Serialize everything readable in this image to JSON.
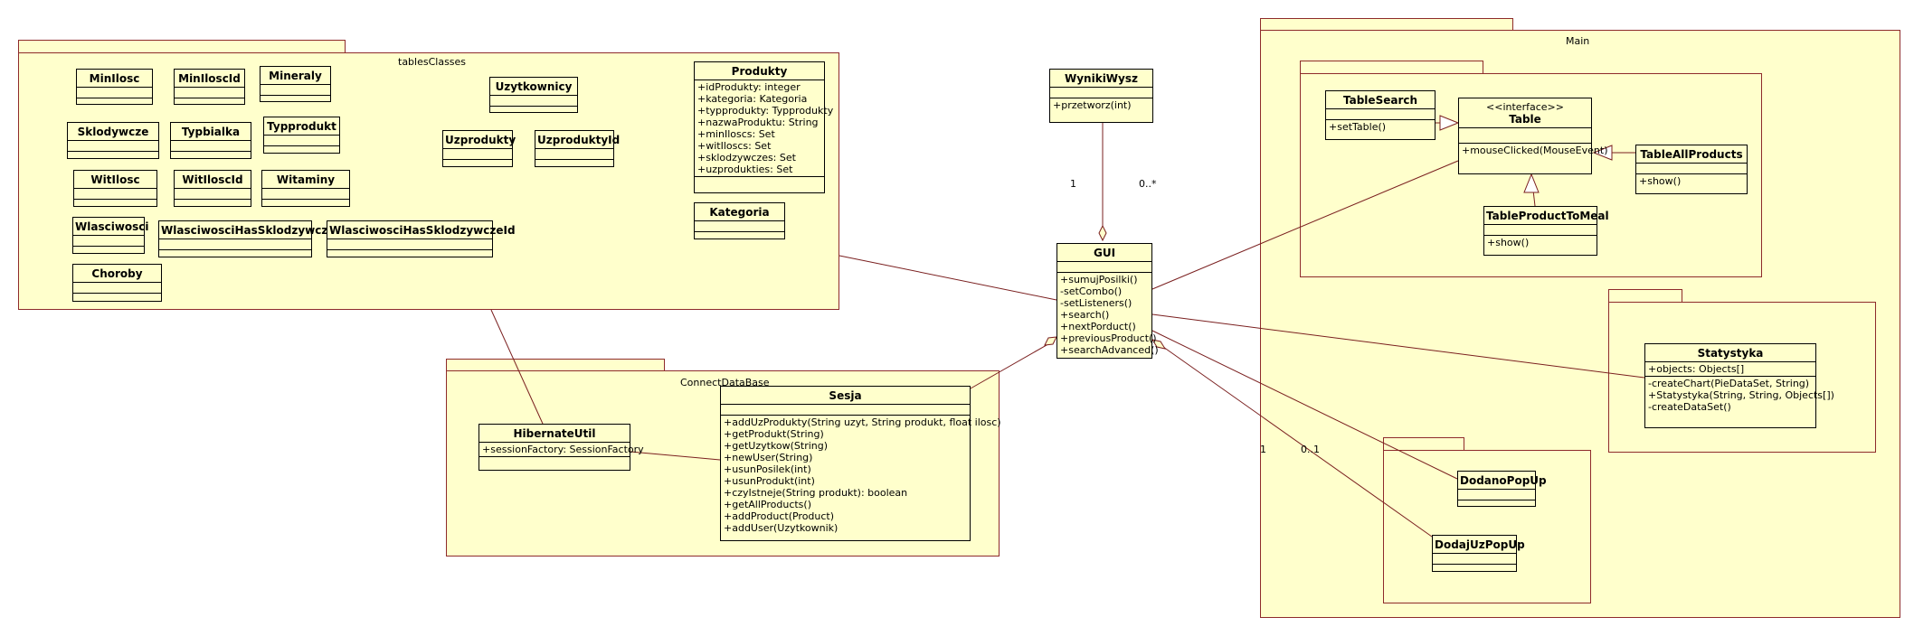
{
  "packages": {
    "tablesClasses": {
      "label": "tablesClasses"
    },
    "connectDataBase": {
      "label": "ConnectDataBase"
    },
    "main": {
      "label": "Main"
    }
  },
  "classes": {
    "minIlosc": {
      "name": "MinIlosc",
      "attrs": [],
      "ops": []
    },
    "minIloscId": {
      "name": "MinIloscId",
      "attrs": [],
      "ops": []
    },
    "mineraly": {
      "name": "Mineraly",
      "attrs": [],
      "ops": []
    },
    "sklodywcze": {
      "name": "Sklodywcze",
      "attrs": [],
      "ops": []
    },
    "typbialka": {
      "name": "Typbialka",
      "attrs": [],
      "ops": []
    },
    "typprodukt": {
      "name": "Typprodukt",
      "attrs": [],
      "ops": []
    },
    "witIlosc": {
      "name": "WitIlosc",
      "attrs": [],
      "ops": []
    },
    "witIloscId": {
      "name": "WitIloscId",
      "attrs": [],
      "ops": []
    },
    "witaminy": {
      "name": "Witaminy",
      "attrs": [],
      "ops": []
    },
    "wlasciwosci": {
      "name": "Wlasciwosci",
      "attrs": [],
      "ops": []
    },
    "wlasciwosciHas": {
      "name": "WlasciwosciHasSklodzywcze",
      "attrs": [],
      "ops": []
    },
    "wlasciwosciHasId": {
      "name": "WlasciwosciHasSklodzywczeId",
      "attrs": [],
      "ops": []
    },
    "choroby": {
      "name": "Choroby",
      "attrs": [],
      "ops": []
    },
    "uzytkownicy": {
      "name": "Uzytkownicy",
      "attrs": [],
      "ops": []
    },
    "uzprodukty": {
      "name": "Uzprodukty",
      "attrs": [],
      "ops": []
    },
    "uzproduktyId": {
      "name": "UzproduktyId",
      "attrs": [],
      "ops": []
    },
    "produkty": {
      "name": "Produkty",
      "attrs": [
        "+idProdukty: integer",
        "+kategoria: Kategoria",
        "+typprodukty: Typprodukty",
        "+nazwaProduktu: String",
        "+minIloscs: Set",
        "+witIloscs: Set",
        "+sklodzywczes: Set",
        "+uzprodukties: Set"
      ],
      "ops": []
    },
    "kategoria": {
      "name": "Kategoria",
      "attrs": [],
      "ops": []
    },
    "wynikiWysz": {
      "name": "WynikiWysz",
      "attrs": [],
      "ops": [
        "+przetworz(int)"
      ]
    },
    "gui": {
      "name": "GUI",
      "attrs": [],
      "ops": [
        "+sumujPosilki()",
        "-setCombo()",
        "-setListeners()",
        "+search()",
        "+nextPorduct()",
        "+previousProduct()",
        "+searchAdvanced()"
      ]
    },
    "sesja": {
      "name": "Sesja",
      "attrs": [],
      "ops": [
        "+addUzProdukty(String uzyt, String produkt, float ilosc)",
        "+getProdukt(String)",
        "+getUzytkow(String)",
        "+newUser(String)",
        "+usunPosilek(int)",
        "+usunProdukt(int)",
        "+czyIstneje(String produkt): boolean",
        "+getAllProducts()",
        "+addProduct(Product)",
        "+addUser(Uzytkownik)"
      ]
    },
    "hibernateUtil": {
      "name": "HibernateUtil",
      "attrs": [
        "+sessionFactory: SessionFactory"
      ],
      "ops": []
    },
    "tableSearch": {
      "name": "TableSearch",
      "attrs": [],
      "ops": [
        "+setTable()"
      ]
    },
    "table": {
      "stereotype": "<<interface>>",
      "name": "Table",
      "attrs": [],
      "ops": [
        "+mouseClicked(MouseEvent)"
      ]
    },
    "tableAllProducts": {
      "name": "TableAllProducts",
      "attrs": [],
      "ops": [
        "+show()"
      ]
    },
    "tableProductToMeal": {
      "name": "TableProductToMeal",
      "attrs": [],
      "ops": [
        "+show()"
      ]
    },
    "statystyka": {
      "name": "Statystyka",
      "attrs": [
        "+objects: Objects[]"
      ],
      "ops": [
        "-createChart(PieDataSet, String)",
        "+Statystyka(String, String, Objects[])",
        "-createDataSet()"
      ]
    },
    "dodanoPopUp": {
      "name": "DodanoPopUp",
      "attrs": [],
      "ops": []
    },
    "dodajUzPopUp": {
      "name": "DodajUzPopUp",
      "attrs": [],
      "ops": []
    }
  },
  "multiplicities": {
    "wyniki_left": "1",
    "wyniki_right": "0..*",
    "popup_left": "1",
    "popup_right": "0..1"
  },
  "colors": {
    "fill": "#ffffcc",
    "package_border": "#8e2b2b",
    "line": "#7a1f1f"
  }
}
